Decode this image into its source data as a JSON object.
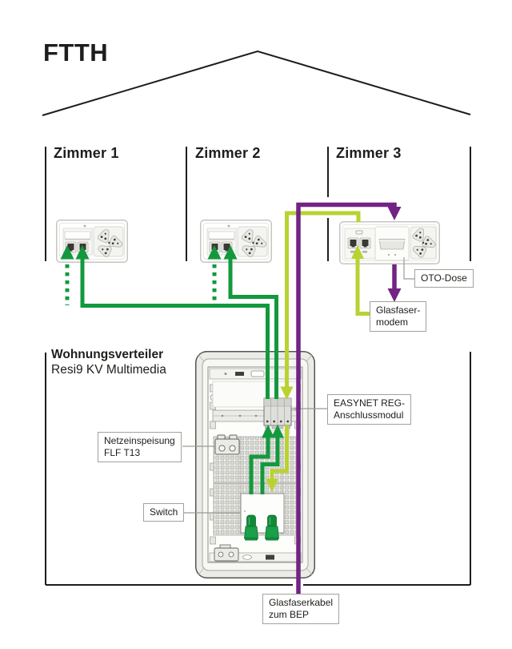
{
  "page": {
    "title": "FTTH"
  },
  "rooms": [
    {
      "label": "Zimmer 1"
    },
    {
      "label": "Zimmer 2"
    },
    {
      "label": "Zimmer 3"
    }
  ],
  "distributor": {
    "name": "Wohnungsverteiler",
    "model": "Resi9 KV Multimedia"
  },
  "callouts": {
    "oto": {
      "label": "OTO-Dose"
    },
    "modem": {
      "line1": "Glasfaser-",
      "line2": "modem"
    },
    "easynet": {
      "line1": "EASYNET REG-",
      "line2": "Anschlussmodul"
    },
    "netz": {
      "line1": "Netzeinspeisung",
      "line2": "FLF T13"
    },
    "switch": {
      "label": "Switch"
    },
    "bep": {
      "line1": "Glasfaserkabel",
      "line2": "zum BEP"
    }
  },
  "colors": {
    "green": "#13993d",
    "lime": "#b9d232",
    "purple": "#722383",
    "line": "#1d1d1b"
  }
}
